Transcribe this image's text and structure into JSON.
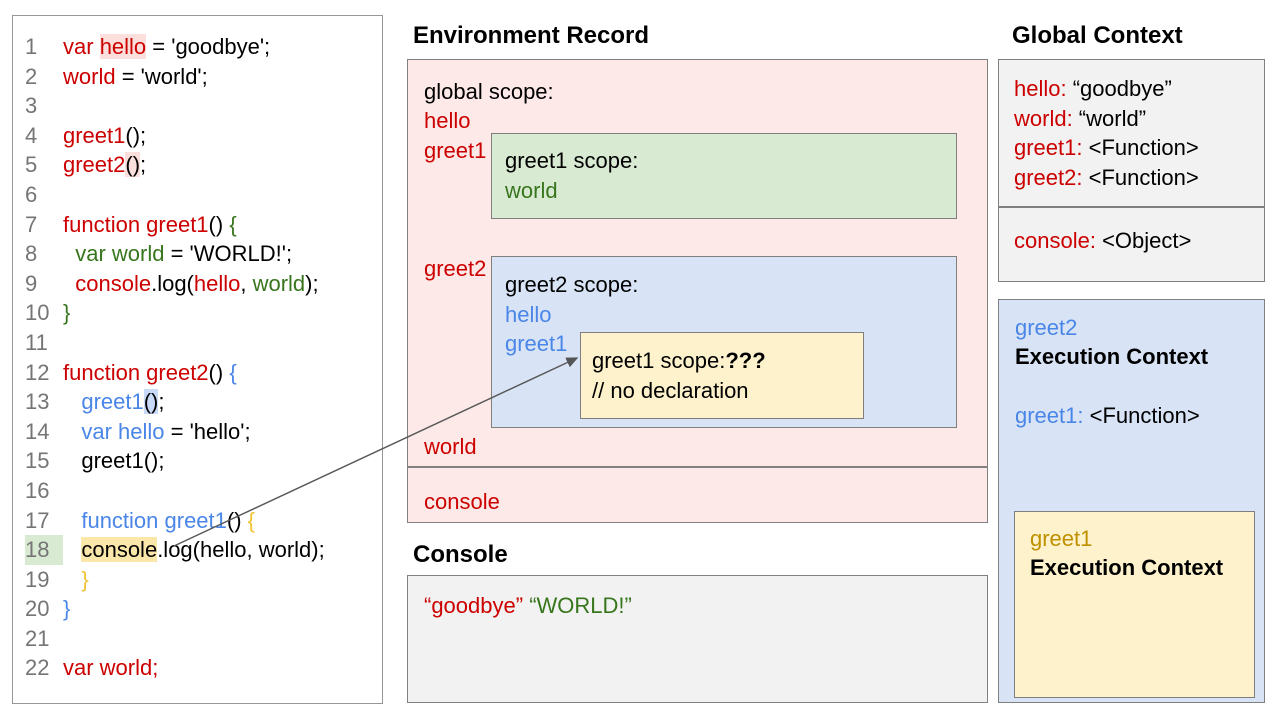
{
  "colors": {
    "red": "#cc0000",
    "green": "#38761d",
    "blue": "#4a86e8",
    "gold": "#bf9000",
    "gold_light": "#f1c232",
    "pink_bg": "#fce9e8",
    "green_bg": "#d9ead3",
    "blue_bg": "#d8e4f6",
    "yellow_bg": "#fdf2cc",
    "gray_bg": "#f2f2f2",
    "border": "#808080"
  },
  "code": {
    "lines": [
      {
        "n": "1",
        "segs": [
          {
            "t": "var ",
            "c": "red"
          },
          {
            "t": "hello",
            "c": "red",
            "hl": "pink"
          },
          {
            "t": " = 'goodbye';"
          }
        ]
      },
      {
        "n": "2",
        "segs": [
          {
            "t": "world",
            "c": "red"
          },
          {
            "t": " = 'world';"
          }
        ]
      },
      {
        "n": "3",
        "segs": []
      },
      {
        "n": "4",
        "segs": [
          {
            "t": "greet1",
            "c": "red"
          },
          {
            "t": "();"
          }
        ]
      },
      {
        "n": "5",
        "segs": [
          {
            "t": "greet2",
            "c": "red"
          },
          {
            "t": "()",
            "hl": "pink"
          },
          {
            "t": ";"
          }
        ]
      },
      {
        "n": "6",
        "segs": []
      },
      {
        "n": "7",
        "segs": [
          {
            "t": "function greet1",
            "c": "red"
          },
          {
            "t": "() "
          },
          {
            "t": "{",
            "c": "green"
          }
        ]
      },
      {
        "n": "8",
        "segs": [
          {
            "t": "  "
          },
          {
            "t": "var world",
            "c": "green"
          },
          {
            "t": " = 'WORLD!';"
          }
        ]
      },
      {
        "n": "9",
        "segs": [
          {
            "t": "  "
          },
          {
            "t": "console",
            "c": "red"
          },
          {
            "t": ".log("
          },
          {
            "t": "hello",
            "c": "red"
          },
          {
            "t": ", "
          },
          {
            "t": "world",
            "c": "green"
          },
          {
            "t": ");"
          }
        ]
      },
      {
        "n": "10",
        "segs": [
          {
            "t": "}",
            "c": "green"
          }
        ]
      },
      {
        "n": "11",
        "segs": []
      },
      {
        "n": "12",
        "segs": [
          {
            "t": "function greet2",
            "c": "red"
          },
          {
            "t": "() "
          },
          {
            "t": "{",
            "c": "blue"
          }
        ]
      },
      {
        "n": "13",
        "segs": [
          {
            "t": "   "
          },
          {
            "t": "greet1",
            "c": "blue"
          },
          {
            "t": "()",
            "hl": "blue"
          },
          {
            "t": ";"
          }
        ]
      },
      {
        "n": "14",
        "segs": [
          {
            "t": "   "
          },
          {
            "t": "var hello",
            "c": "blue"
          },
          {
            "t": " = 'hello';"
          }
        ]
      },
      {
        "n": "15",
        "segs": [
          {
            "t": "   greet1();"
          }
        ]
      },
      {
        "n": "16",
        "segs": []
      },
      {
        "n": "17",
        "segs": [
          {
            "t": "   "
          },
          {
            "t": "function greet1",
            "c": "blue"
          },
          {
            "t": "() "
          },
          {
            "t": "{",
            "c": "goldlight"
          }
        ]
      },
      {
        "n": "18",
        "numHl": "green",
        "segs": [
          {
            "t": "   "
          },
          {
            "t": "console",
            "hl": "yellow"
          },
          {
            "t": ".log(hello, world);"
          }
        ]
      },
      {
        "n": "19",
        "segs": [
          {
            "t": "   "
          },
          {
            "t": "}",
            "c": "goldlight"
          }
        ]
      },
      {
        "n": "20",
        "segs": [
          {
            "t": "}",
            "c": "blue"
          }
        ]
      },
      {
        "n": "21",
        "segs": []
      },
      {
        "n": "22",
        "segs": [
          {
            "t": "var world;",
            "c": "red"
          }
        ]
      }
    ]
  },
  "env": {
    "title": "Environment Record",
    "global_box": {
      "heading": "global scope:",
      "hello": "hello",
      "greet1": "greet1",
      "greet2": "greet2",
      "world": "world"
    },
    "greet1_box": {
      "heading": "greet1 scope:",
      "world": "world"
    },
    "greet2_box": {
      "heading": "greet2 scope:",
      "hello": "hello",
      "greet1": "greet1"
    },
    "unknown_box": {
      "title_segs": [
        {
          "t": "greet1 scope:"
        },
        {
          "t": "???",
          "b": true
        }
      ],
      "comment": "// no declaration"
    },
    "console_box": {
      "label": "console"
    }
  },
  "console_panel": {
    "title": "Console",
    "output_segs": [
      {
        "t": "“goodbye”",
        "c": "red"
      },
      {
        "t": " "
      },
      {
        "t": "“WORLD!”",
        "c": "green"
      }
    ]
  },
  "global_context": {
    "title": "Global Context",
    "entries": [
      [
        {
          "t": "hello:",
          "c": "red"
        },
        {
          "t": " “goodbye”"
        }
      ],
      [
        {
          "t": "world:",
          "c": "red"
        },
        {
          "t": " “world”"
        }
      ],
      [
        {
          "t": "greet1:",
          "c": "red"
        },
        {
          "t": " <Function>"
        }
      ],
      [
        {
          "t": "greet2:",
          "c": "red"
        },
        {
          "t": " <Function>"
        }
      ]
    ],
    "console_entry": [
      {
        "t": "console:",
        "c": "red"
      },
      {
        "t": " <Object>"
      }
    ]
  },
  "greet2_ctx": {
    "name": "greet2",
    "label": "Execution Context",
    "entry": [
      {
        "t": "greet1:",
        "c": "blue"
      },
      {
        "t": " <Function>"
      }
    ]
  },
  "greet1_ctx": {
    "name": "greet1",
    "label": "Execution Context"
  }
}
